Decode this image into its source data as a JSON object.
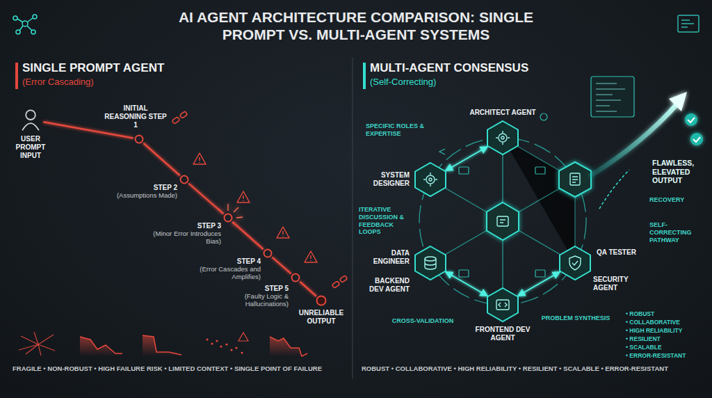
{
  "diagram": {
    "title": "AI AGENT ARCHITECTURE COMPARISON: SINGLE PROMPT VS. MULTI-AGENT SYSTEMS",
    "nodes": [
      {
        "text": [
          "USER PROMPT INPUT"
        ]
      },
      {
        "text": [
          "INITIAL REASONING STEP 1"
        ]
      },
      {
        "text": [
          "STEP 2",
          "(Assumptions Made)"
        ]
      },
      {
        "text": [
          "STEP 3",
          "(Minor Error Introduces Bias)"
        ]
      },
      {
        "text": [
          "STEP 4",
          "(Error Cascades and Amplifies)"
        ]
      },
      {
        "text": [
          "STEP 5",
          "(Faulty Logic & Hallucinations)"
        ]
      },
      {
        "text": [
          "UNRELIABLE OUTPUT"
        ]
      },
      {
        "text": [
          "ARCHITECT AGENT"
        ]
      },
      {
        "text": [
          "SYSTEM DESIGNER"
        ]
      },
      {
        "text": [
          "DATA ENGINEER"
        ]
      },
      {
        "text": [
          "SECURITY AGENT"
        ]
      },
      {
        "text": [
          "FRONTEND DEV AGENT"
        ]
      }
    ],
    "edges": [
      {
        "from": 0,
        "to": 1,
        "arrow": "none"
      },
      {
        "from": 1,
        "to": 2,
        "arrow": "none"
      },
      {
        "from": 2,
        "to": 3,
        "arrow": "none"
      },
      {
        "from": 3,
        "to": 4,
        "arrow": "none"
      },
      {
        "from": 4,
        "to": 5,
        "arrow": "none"
      },
      {
        "from": 5,
        "to": 6,
        "arrow": "none"
      },
      {
        "from": 7,
        "to": 8,
        "arrow": "both"
      },
      {
        "from": 8,
        "to": 9,
        "arrow": "both"
      },
      {
        "from": 9,
        "to": 11,
        "arrow": "both"
      },
      {
        "from": 11,
        "to": 10,
        "arrow": "both"
      }
    ],
    "labels": [
      "SINGLE PROMPT AGENT",
      "(Error Cascading)",
      "FRAGILE • NON-ROBUST • HIGH FAILURE RISK • LIMITED CONTEXT • SINGLE POINT OF FAILURE",
      "MULTI-AGENT CONSENSUS",
      "(Self-Correcting)",
      "SPECIFIC ROLES & EXPERTISE",
      "ITERATIVE DISCUSSION & FEEDBACK LOOPS",
      "BACKEND DEV AGENT",
      "QA TESTER",
      "CROSS-VALIDATION",
      "PROBLEM SYNTHESIS",
      "FLAWLESS, ELEVATED OUTPUT",
      "RECOVERY",
      "SELF-CORRECTING PATHWAY",
      "• ROBUST",
      "• COLLABORATIVE",
      "• HIGH RELIABILITY",
      "• RESILIENT",
      "• SCALABLE",
      "• ERROR-RESISTANT",
      "ROBUST • COLLABORATIVE • HIGH RELIABILITY • RESILIENT • SCALABLE • ERROR-RESISTANT"
    ]
  }
}
